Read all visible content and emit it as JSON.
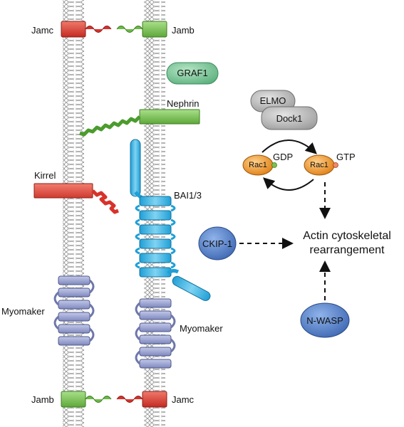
{
  "labels": {
    "jamc_top": "Jamc",
    "jamb_top": "Jamb",
    "graf1": "GRAF1",
    "nephrin": "Nephrin",
    "kirrel": "Kirrel",
    "bai": "BAI1/3",
    "myomaker_left": "Myomaker",
    "myomaker_right": "Myomaker",
    "jamb_bottom": "Jamb",
    "jamc_bottom": "Jamc",
    "elmo": "ELMO",
    "dock1": "Dock1",
    "rac1_left": "Rac1",
    "rac1_right": "Rac1",
    "gdp": "GDP",
    "gtp": "GTP",
    "ckip1": "CKIP-1",
    "nwasp": "N-WASP",
    "actin_line1": "Actin cytoskeletal",
    "actin_line2": "rearrangement"
  },
  "colors": {
    "jam_red": "#d8322b",
    "jam_green": "#6cba45",
    "graf1": "#7bc59a",
    "nephrin": "#9bd07a",
    "kirrel": "#e0473c",
    "bai": "#33b6e6",
    "myomaker": "#8e98cc",
    "grey_protein": "#b8b8b8",
    "rac1": "#f0962a",
    "blue_protein": "#4a7cc4",
    "membrane": "#9a9a9a"
  }
}
